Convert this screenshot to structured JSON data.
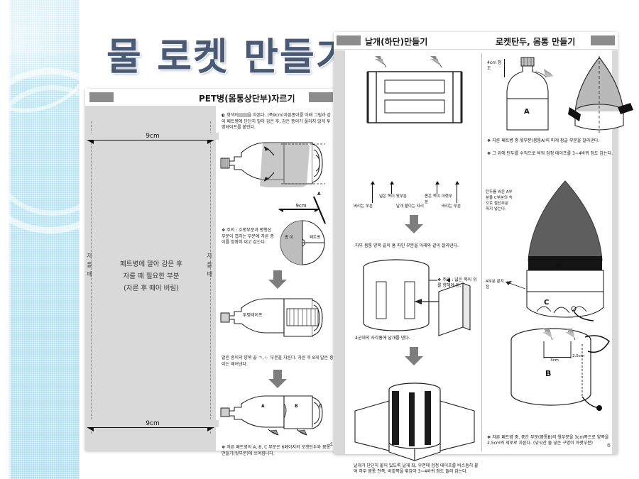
{
  "slide": {
    "title": "물 로켓 만들기"
  },
  "page_left": {
    "header_title": "PET병(몸통상단부)자르기",
    "page_number": "4",
    "dim_top": "9cm",
    "dim_bottom": "9cm",
    "dim_bottle": "9cm",
    "center_note_lines": [
      "페트병에 말아 감은 후",
      "자를 때 필요한 부분",
      "(자른 후 떼어 버림)"
    ],
    "side_vertical_left": "자를때",
    "side_vertical_right": "자를때",
    "step1_note": "◐ 회색의        부분을 자른다. (폭9cm)자른종이를 아래 그림과 같이 페트병에 단단히 말아 감은 후, 감은 종이가 풀리지 않게 투명테이프를 붙인다.",
    "caution_note": "❖ 주의 : 수평부분과 평행선 부분이 겹치는 부분에 자른 종이를 정확히 대고 감는다.",
    "callout_a": "A",
    "pie_left_label": "종 이",
    "pie_right_label": "페트병",
    "tape_label": "투명테이프",
    "step2_note": "말린 종이의 양쪽 끝 ㄱ, ㄴ 부분을 자른다. 자른 후 8개 말은 종이는 떼어낸다.",
    "part_a": "A",
    "part_b": "B",
    "part_c": "C",
    "footer_note": "❖ 자른 페트병의 A, B, C 부분은 6페이지의 로켓탄두와 몸통 만들기(뒷부분)에 쓰여집니다."
  },
  "page_right": {
    "header_title_left": "날개(하단)만들기",
    "header_title_right": "로켓탄두, 몸통 만들기",
    "page_number": "6",
    "fins": {
      "label_wide_top": "넓은 쪽이 윗부분",
      "label_narrow_bottom": "좁은 쪽이 아랫부분",
      "label_discard_left": "버리는 부분",
      "label_fin_attach": "날개 붙이는 자리",
      "label_discard_right": "버리는 부분",
      "note_cut": "하부 몸통 양쪽 끝의 홈 파인 부분을 아래와 같이 잘라낸다.",
      "note_caution": "❖ 주의 : 넓은 쪽이 위를 향해야 함.",
      "note_four_slots": "4군데의 사각홈에 날개를 댄다.",
      "note_tape": "날개가 단단히 붙어 있도록 날개 좌, 우면에 검정 테이프를 비스듬히 붙여 하부 몸통 안쪽, 바깥쪽을 휘감아 3~4바퀴 정도 둘러 감는다."
    },
    "body": {
      "dim_4cm": "4cm 정도",
      "part_a_top": "A",
      "note_1": "❖ 자른 페트병 중 윗부분(몸통A)의 마개 잠글 부분을 잘라낸다.",
      "note_2": "❖ 그 위에 탄두를 수직으로 씌워 검정 테이프를 3~4바퀴 정도 감는다.",
      "label_insert": "탄두를 씌운 A부분을 C부분의 속 으로 점선부분 까지 넣는다.",
      "label_a_end": "A부분 끝지점",
      "part_a": "A",
      "part_c": "C",
      "part_b": "B",
      "dim_3cm": "3cm",
      "dim_25cm": "2.5cm",
      "footer_note": "❖ 자른 페트병 중, 중간 부분(몸통B)의 윗부분을 3cm폭으로 양폭을 2.5cm씩 세로로 자른다. (낚싯산 줄 넣은 구멍이 아랫부분)"
    }
  },
  "colors": {
    "band": "#b2e2f4",
    "title": "#4a5a74",
    "page_bg": "#d9d9d9",
    "chip": "#8d8d8d"
  }
}
